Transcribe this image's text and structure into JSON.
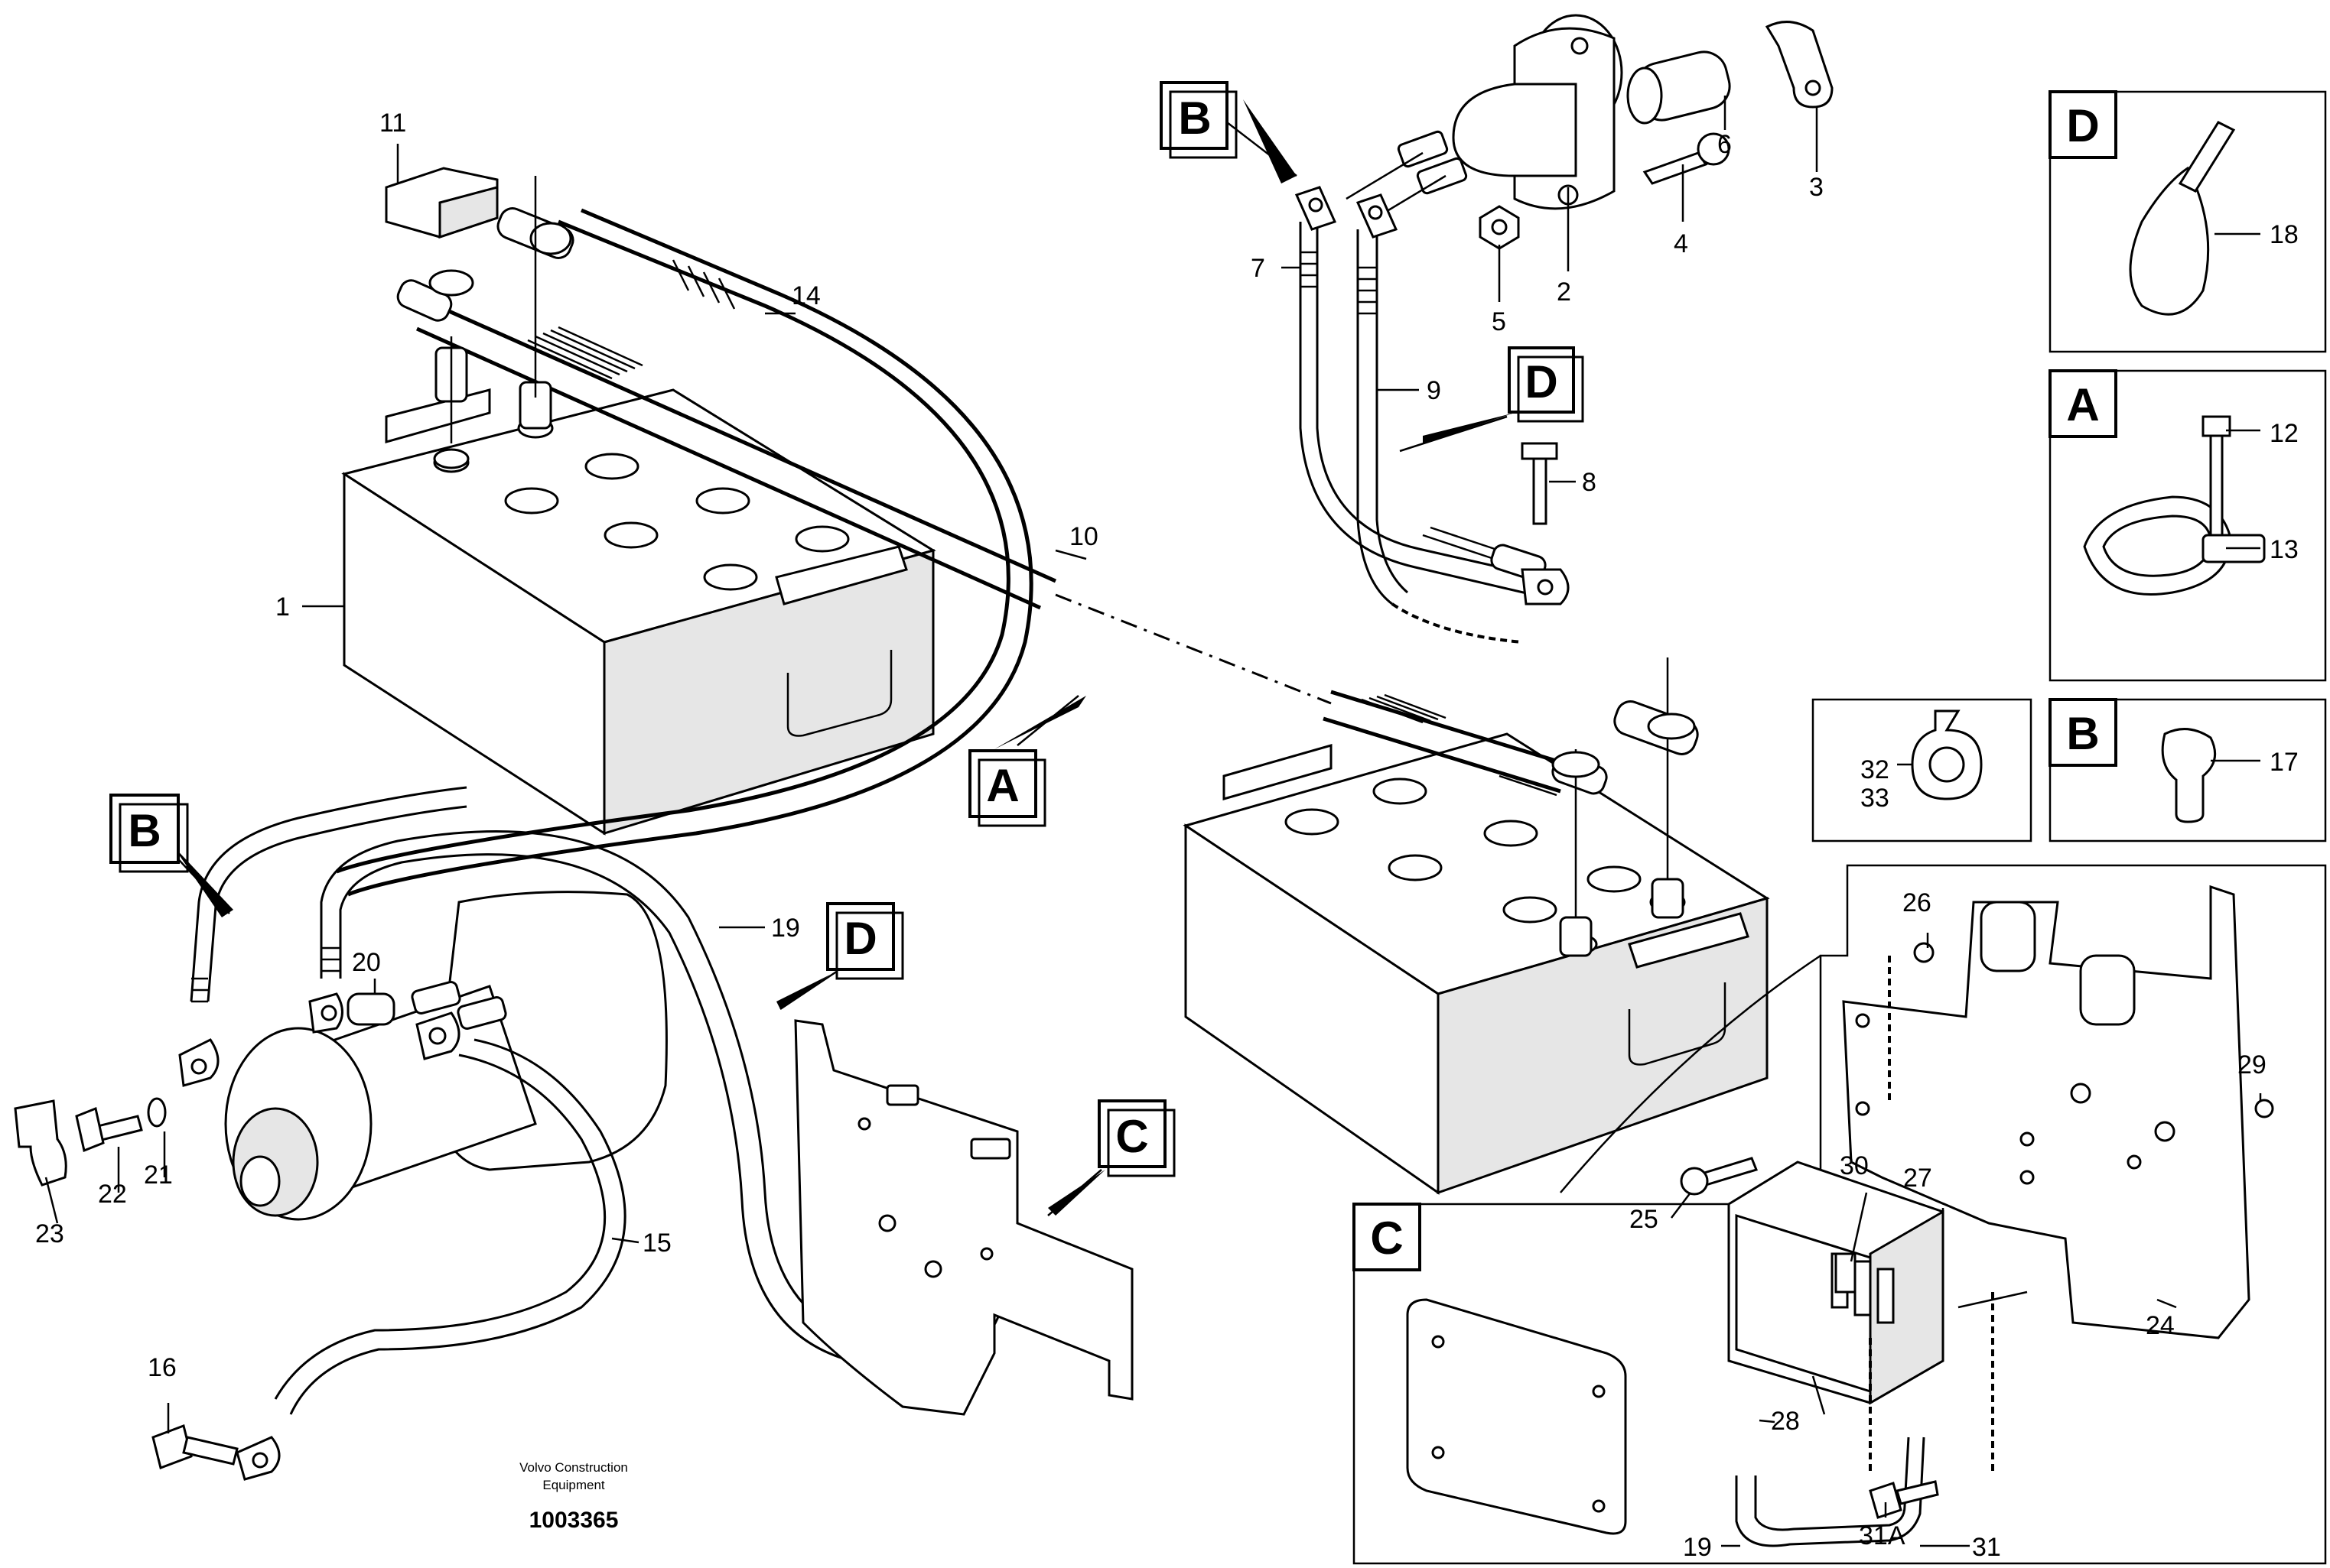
{
  "footer": {
    "company_line1": "Volvo Construction",
    "company_line2": "Equipment",
    "document_number": "1003365"
  },
  "detail_tags": [
    "A",
    "B",
    "C",
    "D"
  ],
  "callouts": [
    "1",
    "2",
    "3",
    "4",
    "5",
    "6",
    "7",
    "8",
    "9",
    "10",
    "11",
    "12",
    "13",
    "14",
    "15",
    "16",
    "17",
    "18",
    "19",
    "20",
    "21",
    "22",
    "23",
    "24",
    "25",
    "26",
    "27",
    "28",
    "29",
    "30",
    "31",
    "31A",
    "32",
    "33"
  ]
}
